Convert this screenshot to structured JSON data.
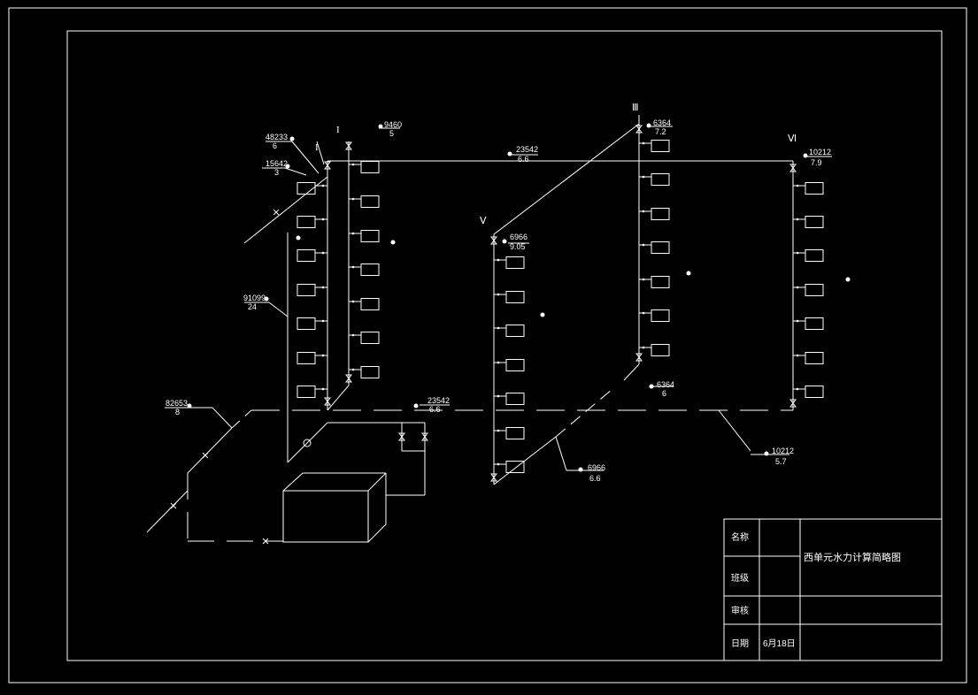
{
  "risers": [
    {
      "id": "I",
      "label": "I"
    },
    {
      "id": "II",
      "label": "I"
    },
    {
      "id": "III",
      "label": "Ⅲ"
    },
    {
      "id": "V",
      "label": "Ⅴ"
    },
    {
      "id": "VI",
      "label": "Ⅵ"
    }
  ],
  "annotations": [
    {
      "id": "a1",
      "top": "48233",
      "bottom": "6"
    },
    {
      "id": "a2",
      "top": "15642",
      "bottom": "3"
    },
    {
      "id": "a3",
      "top": "9460",
      "bottom": "5"
    },
    {
      "id": "a4",
      "top": "23542",
      "bottom": "6.6"
    },
    {
      "id": "a5",
      "top": "6364",
      "bottom": "7.2"
    },
    {
      "id": "a6",
      "top": "10212",
      "bottom": "7.9"
    },
    {
      "id": "a7",
      "top": "6966",
      "bottom": "9.05"
    },
    {
      "id": "a8",
      "top": "91099",
      "bottom": "24"
    },
    {
      "id": "a9",
      "top": "82653",
      "bottom": "8"
    },
    {
      "id": "a10",
      "top": "23542",
      "bottom": "6.6"
    },
    {
      "id": "a11",
      "top": "6364",
      "bottom": "6"
    },
    {
      "id": "a12",
      "top": "6966",
      "bottom": "6.6"
    },
    {
      "id": "a13",
      "top": "10212",
      "bottom": "5.7"
    }
  ],
  "title_block": {
    "row1_label": "名称",
    "row2_label": "班级",
    "row3_label": "审核",
    "row4_label": "日期",
    "date_value": "6月18日",
    "drawing_title": "西单元水力计算简略图"
  }
}
